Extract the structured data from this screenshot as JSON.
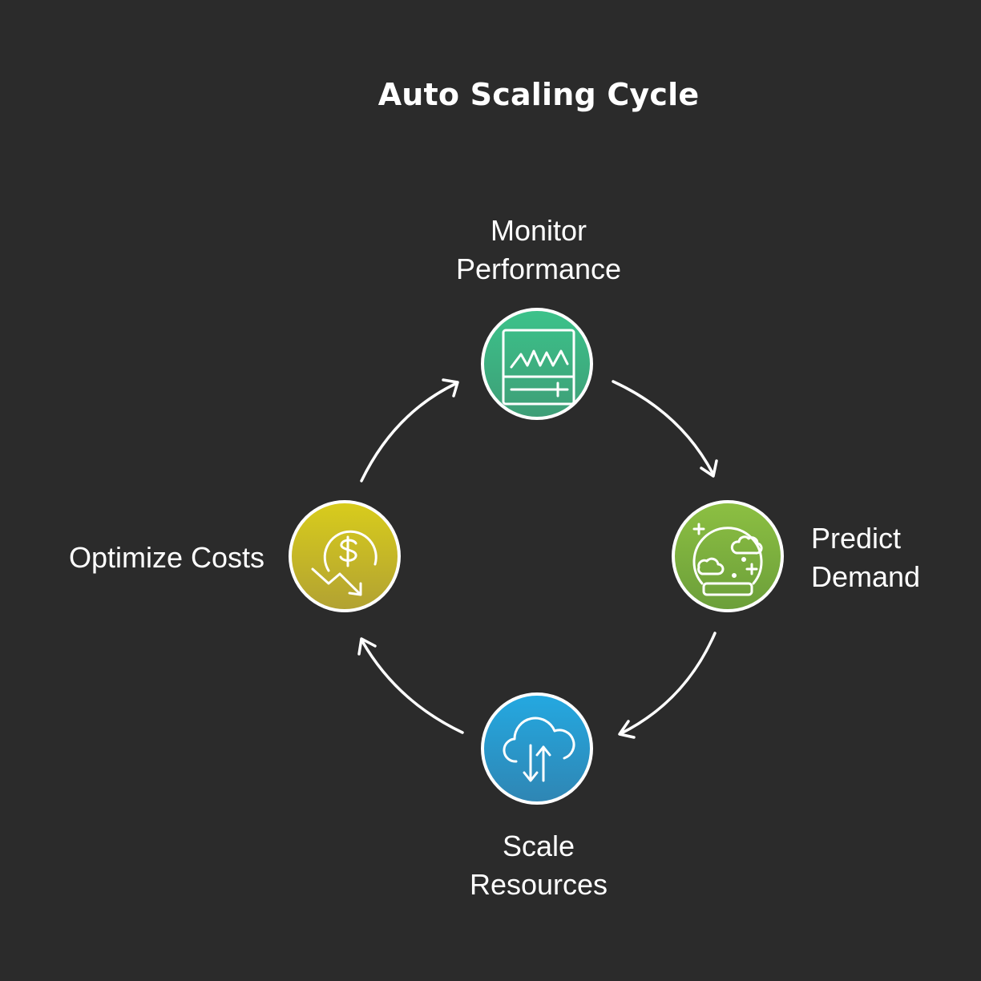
{
  "title": "Auto Scaling Cycle",
  "steps": [
    {
      "lines": [
        "Monitor",
        "Performance"
      ],
      "icon": "monitor-chart-icon",
      "color": "#3cb884"
    },
    {
      "lines": [
        "Predict",
        "Demand"
      ],
      "icon": "crystal-ball-icon",
      "color": "#7fb241"
    },
    {
      "lines": [
        "Scale",
        "Resources"
      ],
      "icon": "cloud-transfer-icon",
      "color": "#2699cf"
    },
    {
      "lines": [
        "Optimize Costs"
      ],
      "icon": "dollar-decline-icon",
      "color": "#c8b826"
    }
  ],
  "arrow_color": "#ffffff",
  "background": "#2b2b2b"
}
